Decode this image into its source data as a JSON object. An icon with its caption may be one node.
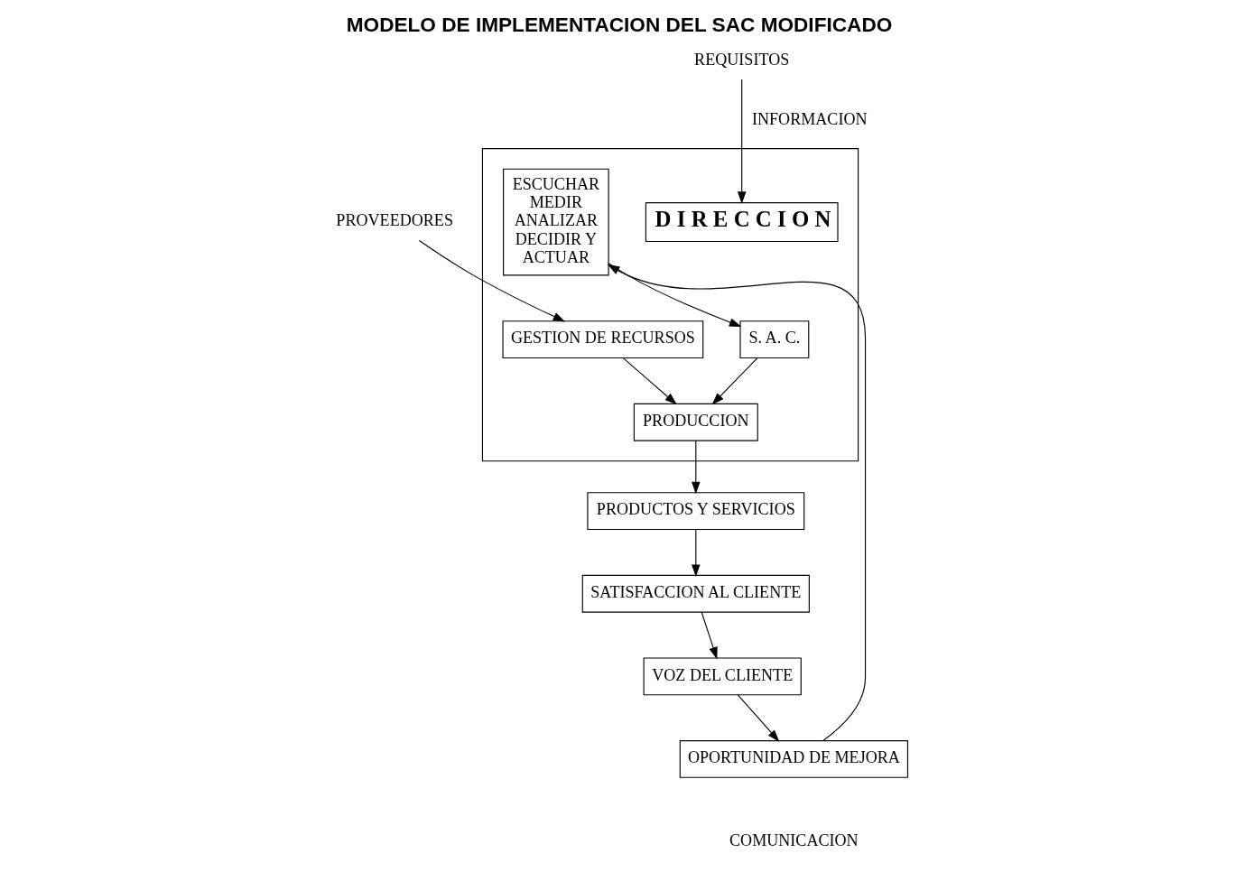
{
  "diagram": {
    "title": "MODELO DE IMPLEMENTACION DEL SAC MODIFICADO",
    "nodes": [
      {
        "text": [],
        "shape": "box"
      },
      {
        "text": [
          "REQUISITOS"
        ]
      },
      {
        "text": [
          "D I R E C C I O N"
        ],
        "in": 0
      },
      {
        "text": [
          "GESTION DE RECURSOS"
        ],
        "in": 0
      },
      {
        "text": [
          "PRODUCCION"
        ],
        "in": 0
      },
      {
        "text": [
          "S. A. C."
        ],
        "in": 0
      },
      {
        "text": [
          "ESCUCHAR MEDIR ANALIZAR DECIDIR Y ACTUAR"
        ],
        "in": 0
      },
      {
        "text": [
          "PROVEEDORES"
        ]
      },
      {
        "text": [
          "PRODUCTOS Y SERVICIOS"
        ]
      },
      {
        "text": [
          "SATISFACCION AL CLIENTE"
        ]
      },
      {
        "text": [
          "VOZ DEL CLIENTE"
        ]
      },
      {
        "text": [
          "OPORTUNIDAD DE MEJORA"
        ]
      }
    ],
    "edges": [
      {
        "from": 1,
        "to": 2,
        "arrow": "to",
        "label": "INFORMACION"
      },
      {
        "from": 7,
        "to": 3,
        "arrow": "to"
      },
      {
        "from": 3,
        "to": 4,
        "arrow": "to"
      },
      {
        "from": 4,
        "to": 8,
        "arrow": "to"
      },
      {
        "from": 5,
        "to": 4,
        "arrow": "to"
      },
      {
        "from": 6,
        "to": 5,
        "arrow": "to"
      },
      {
        "from": 8,
        "to": 9,
        "arrow": "to"
      },
      {
        "from": 9,
        "to": 10,
        "arrow": "to"
      },
      {
        "from": 10,
        "to": 11,
        "arrow": "to"
      },
      {
        "from": 11,
        "to": 6,
        "arrow": "to"
      }
    ],
    "labels": [
      "COMUNICACION"
    ]
  }
}
